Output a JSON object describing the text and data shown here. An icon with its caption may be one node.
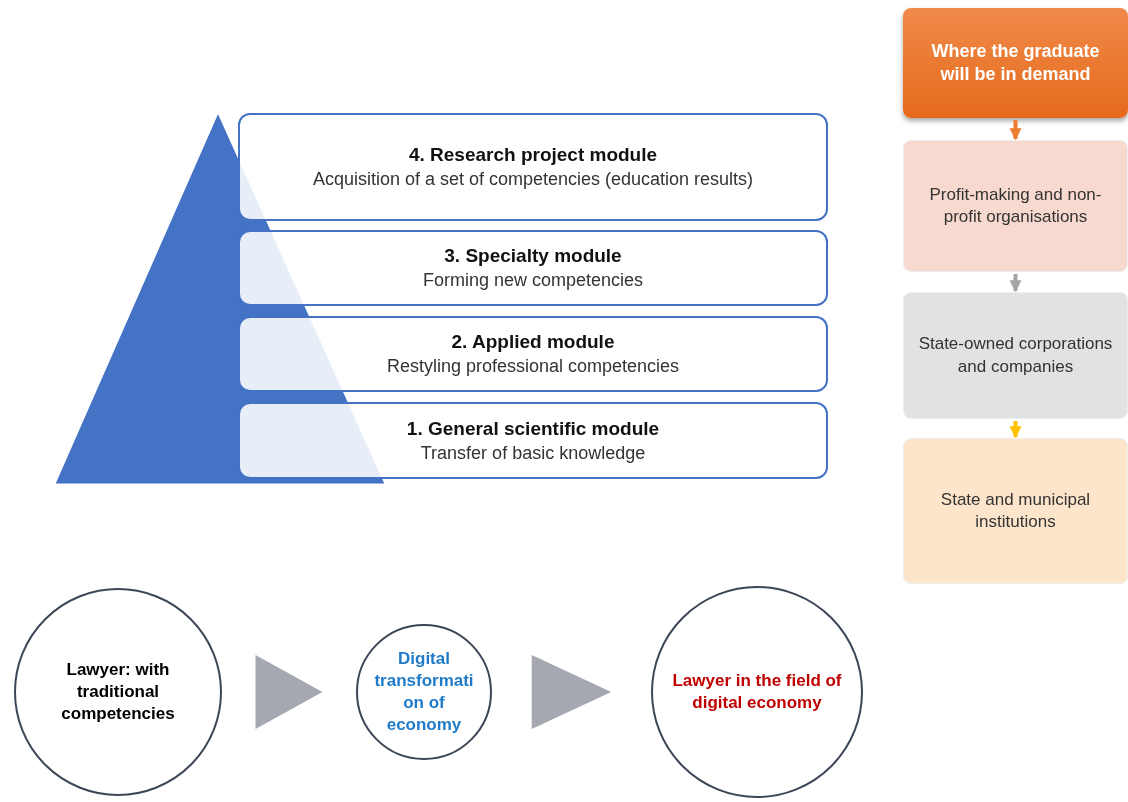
{
  "diagram": {
    "nodes": [
      {
        "text": [
          "4. Research project module",
          "Acquisition of a set of competencies (education results)"
        ]
      },
      {
        "text": [
          "3. Specialty module",
          "Forming new competencies"
        ]
      },
      {
        "text": [
          "2. Applied module",
          "Restyling professional competencies"
        ]
      },
      {
        "text": [
          "1. General scientific module",
          "Transfer of basic knowledge"
        ]
      },
      {
        "text": [
          "Where the graduate will be in demand"
        ]
      },
      {
        "text": [
          "Profit-making and non-profit organisations"
        ]
      },
      {
        "text": [
          "State-owned corporations and companies"
        ]
      },
      {
        "text": [
          "State and municipal institutions"
        ]
      },
      {
        "text": [
          "Lawyer: with traditional competencies"
        ]
      },
      {
        "text": [
          "Digital transformati on of economy"
        ]
      },
      {
        "text": [
          "Lawyer in the field of digital economy"
        ]
      }
    ],
    "edges": [
      {
        "from": 4,
        "to": 5,
        "arrow": "to",
        "color": "#ed7d31"
      },
      {
        "from": 5,
        "to": 6,
        "arrow": "to",
        "color": "#a5a5a5"
      },
      {
        "from": 6,
        "to": 7,
        "arrow": "to",
        "color": "#ffc000"
      },
      {
        "from": 8,
        "to": 9,
        "arrow": "to",
        "style": "thick"
      },
      {
        "from": 9,
        "to": 10,
        "arrow": "to",
        "style": "thick"
      }
    ]
  }
}
